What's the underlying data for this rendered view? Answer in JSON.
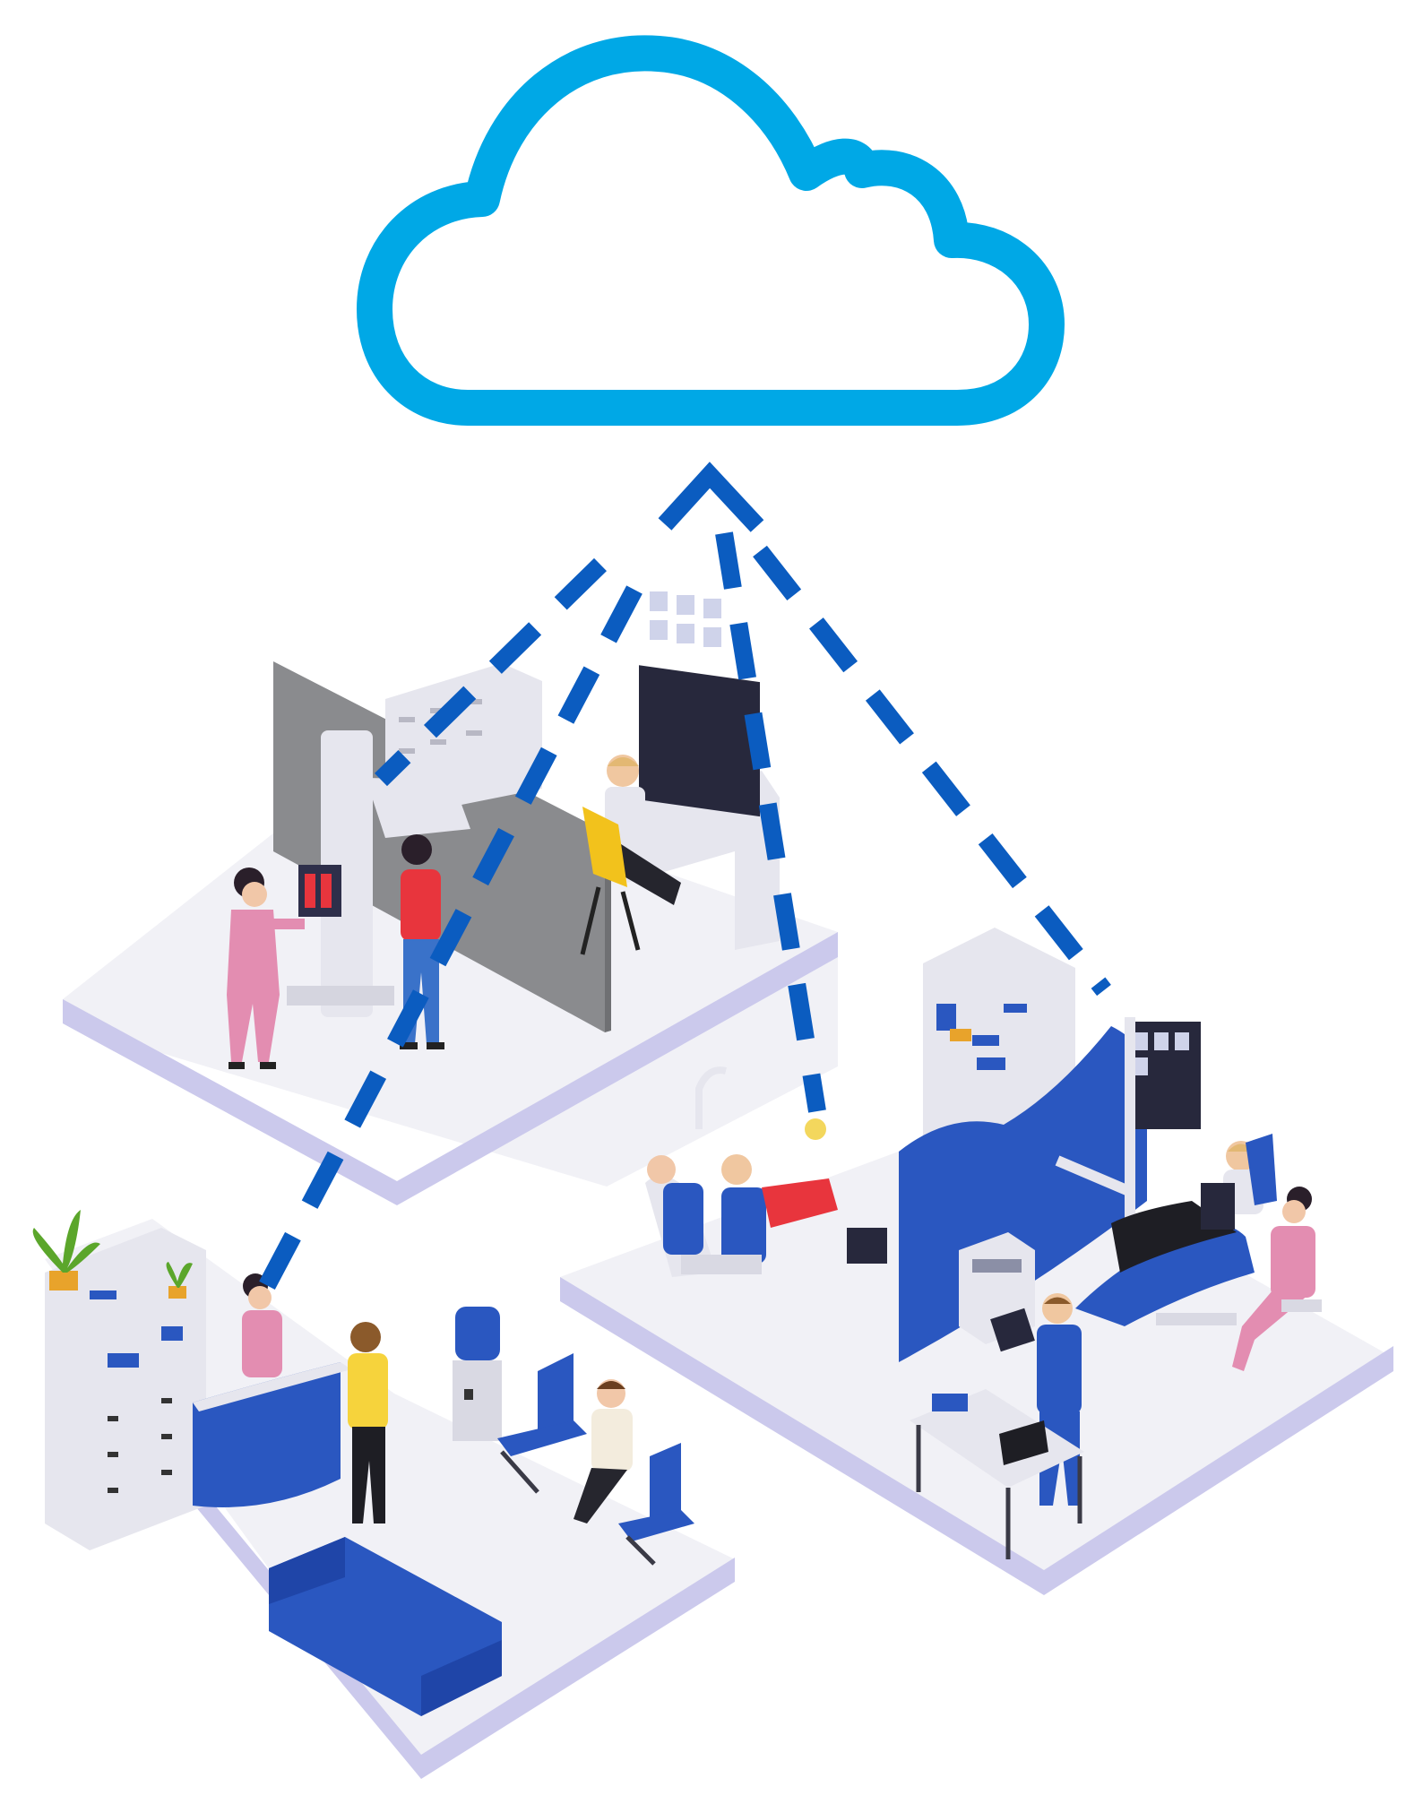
{
  "palette": {
    "cloud": "#00a8e6",
    "dashed_link": "#0b5cc0",
    "floor_top": "#f1f1f6",
    "floor_side": "#cbc9ec",
    "accent_blue": "#2a57c0",
    "partition_grey": "#8a8b8e",
    "scrub_pink": "#e38db1",
    "shirt_red": "#e8353d",
    "shirt_yellow": "#f6d33c",
    "chair_yellow": "#f2c21c",
    "jeans_blue": "#3a72c9",
    "furniture_white": "#e6e6ee",
    "plant_green": "#5ba62b"
  },
  "icons": {
    "cloud": "cloud-icon",
    "connection": "dashed-arrow"
  },
  "rooms": [
    {
      "id": "xray-room",
      "label_icon": "xray-imaging-room"
    },
    {
      "id": "reception-room",
      "label_icon": "reception-waiting-room"
    },
    {
      "id": "treatment-room",
      "label_icon": "dental-treatment-room"
    }
  ]
}
